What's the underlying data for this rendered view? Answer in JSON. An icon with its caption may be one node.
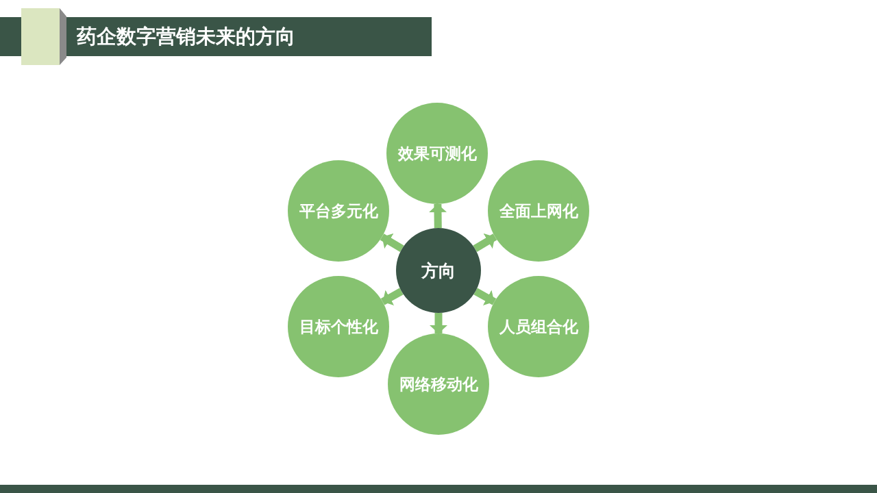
{
  "diagram": {
    "title": "药企数字营销未来的方向",
    "nodes": [
      {
        "text": [
          "方向"
        ]
      },
      {
        "text": [
          "效果可测化"
        ]
      },
      {
        "text": [
          "平台多元化"
        ]
      },
      {
        "text": [
          "全面上网化"
        ]
      },
      {
        "text": [
          "目标个性化"
        ]
      },
      {
        "text": [
          "人员组合化"
        ]
      },
      {
        "text": [
          "网络移动化"
        ]
      }
    ],
    "edges": [
      {
        "from": 0,
        "to": 1,
        "arrow": "to"
      },
      {
        "from": 0,
        "to": 2,
        "arrow": "to"
      },
      {
        "from": 0,
        "to": 3,
        "arrow": "to"
      },
      {
        "from": 0,
        "to": 4,
        "arrow": "to"
      },
      {
        "from": 0,
        "to": 5,
        "arrow": "to"
      },
      {
        "from": 0,
        "to": 6,
        "arrow": "to"
      }
    ]
  }
}
